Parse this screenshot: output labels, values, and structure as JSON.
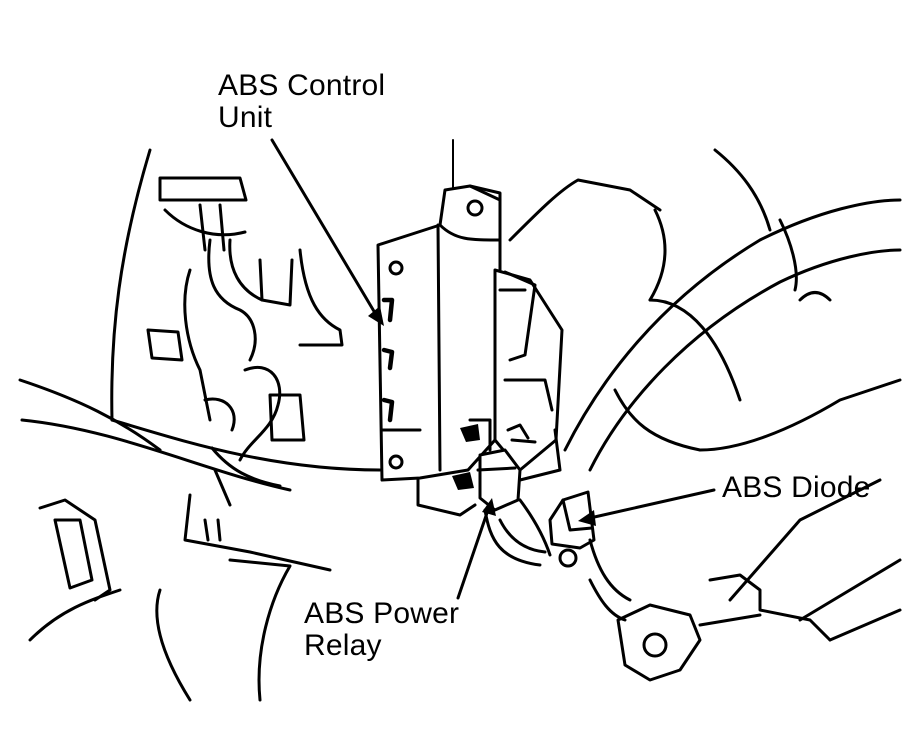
{
  "labels": {
    "control_unit": "ABS Control\nUnit",
    "diode": "ABS Diode",
    "power_relay": "ABS Power\nRelay"
  },
  "colors": {
    "ink": "#000000",
    "paper": "#ffffff"
  }
}
